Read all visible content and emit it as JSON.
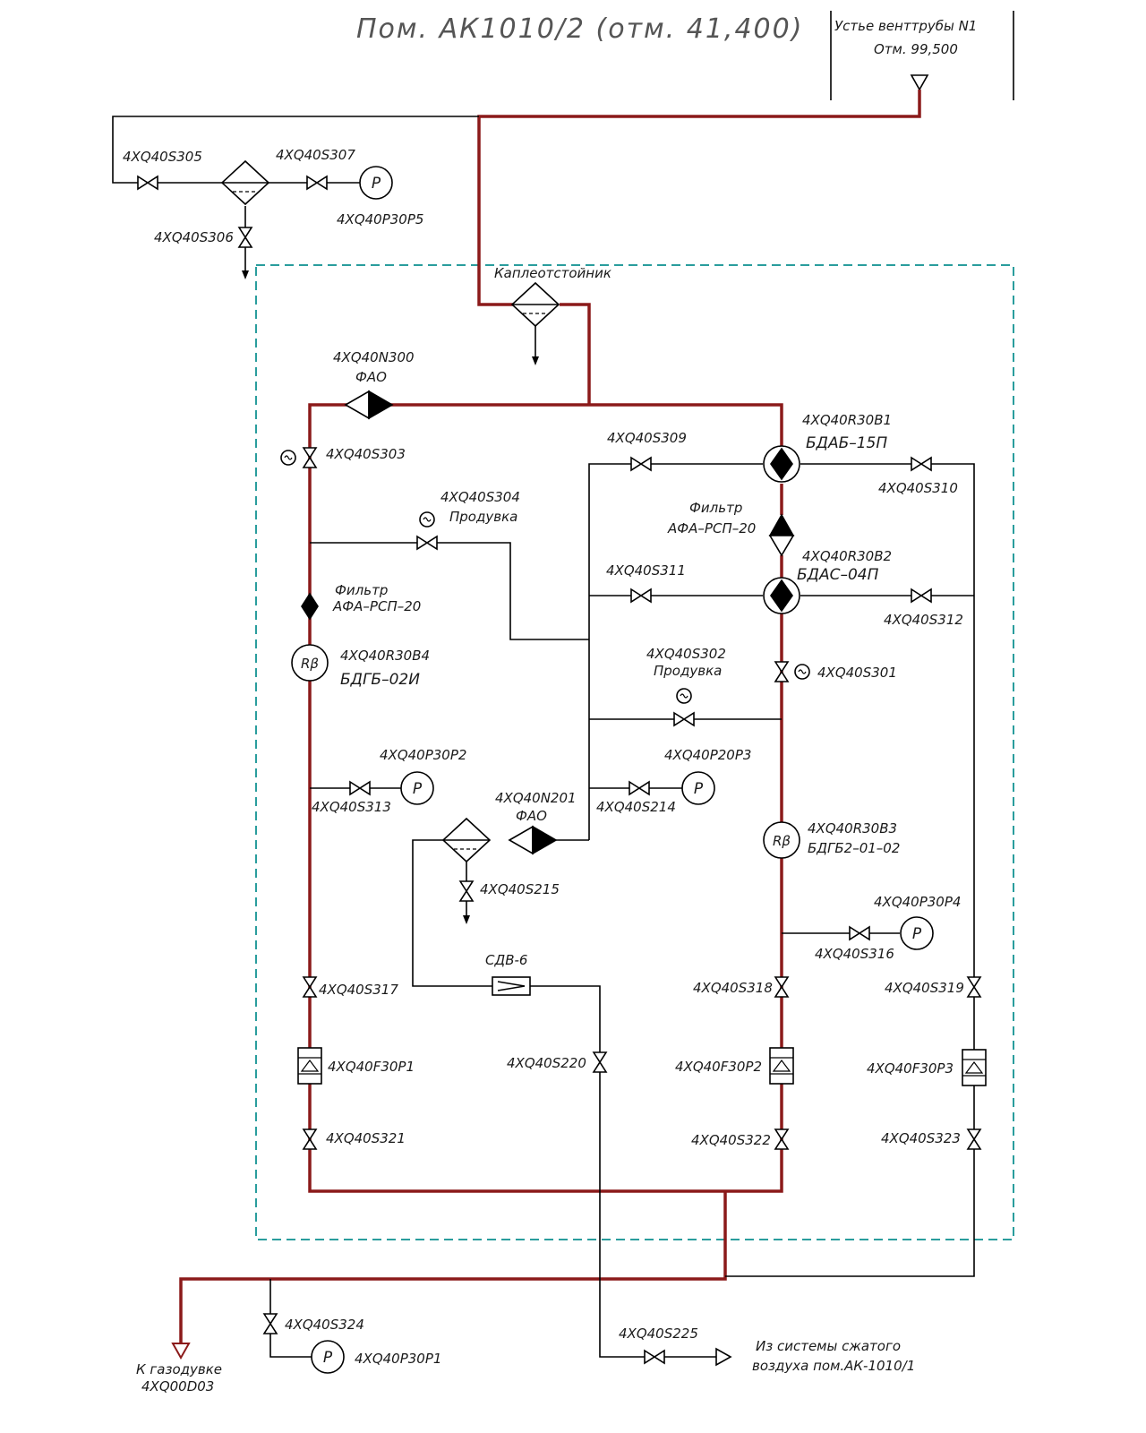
{
  "title": "Пом. АК1010/2 (отм. 41,400)",
  "vent": {
    "line1": "Устье венттрубы N1",
    "line2": "Отм. 99,500"
  },
  "dropsettler": "Каплеотстойник",
  "outlet": {
    "line1": "К газодувке",
    "line2": "4XQ00D03"
  },
  "inlet": {
    "line1": "Из системы сжатого",
    "line2": "воздуха пом.АК-1010/1"
  },
  "sdv": "СДВ-6",
  "valves": {
    "s301": "4XQ40S301",
    "s302": "4XQ40S302",
    "s303": "4XQ40S303",
    "s304": "4XQ40S304",
    "s305": "4XQ40S305",
    "s306": "4XQ40S306",
    "s307": "4XQ40S307",
    "s309": "4XQ40S309",
    "s310": "4XQ40S310",
    "s311": "4XQ40S311",
    "s312": "4XQ40S312",
    "s313": "4XQ40S313",
    "s214": "4XQ40S214",
    "s215": "4XQ40S215",
    "s220": "4XQ40S220",
    "s225": "4XQ40S225",
    "s316": "4XQ40S316",
    "s317": "4XQ40S317",
    "s318": "4XQ40S318",
    "s319": "4XQ40S319",
    "s321": "4XQ40S321",
    "s322": "4XQ40S322",
    "s323": "4XQ40S323",
    "s324": "4XQ40S324"
  },
  "purge": "Продувка",
  "filter_word": "Фильтр",
  "filter_model": "АФА–РСП–20",
  "fao": "ФАО",
  "n300": "4XQ40N300",
  "n201": "4XQ40N201",
  "gauges": {
    "p30p1": "4XQ40P30P1",
    "p30p2": "4XQ40P30P2",
    "p20p3": "4XQ40P20P3",
    "p30p4": "4XQ40P30P4",
    "p30p5": "4XQ40P30P5"
  },
  "gauge_letter": "P",
  "detectors": {
    "b1_tag": "4XQ40R30B1",
    "b1_model": "БДАБ–15П",
    "b2_tag": "4XQ40R30B2",
    "b2_model": "БДАС–04П",
    "b3_tag": "4XQ40R30B3",
    "b3_model": "БДГБ2–01–02",
    "b4_tag": "4XQ40R30B4",
    "b4_model": "БДГБ–02И"
  },
  "rb_letter": "Rβ",
  "flowmeters": {
    "f1": "4XQ40F30P1",
    "f2": "4XQ40F30P2",
    "f3": "4XQ40F30P3"
  },
  "colors": {
    "main_line": "#8b1a1a",
    "boundary": "#2a9d9d",
    "line": "#000000"
  }
}
